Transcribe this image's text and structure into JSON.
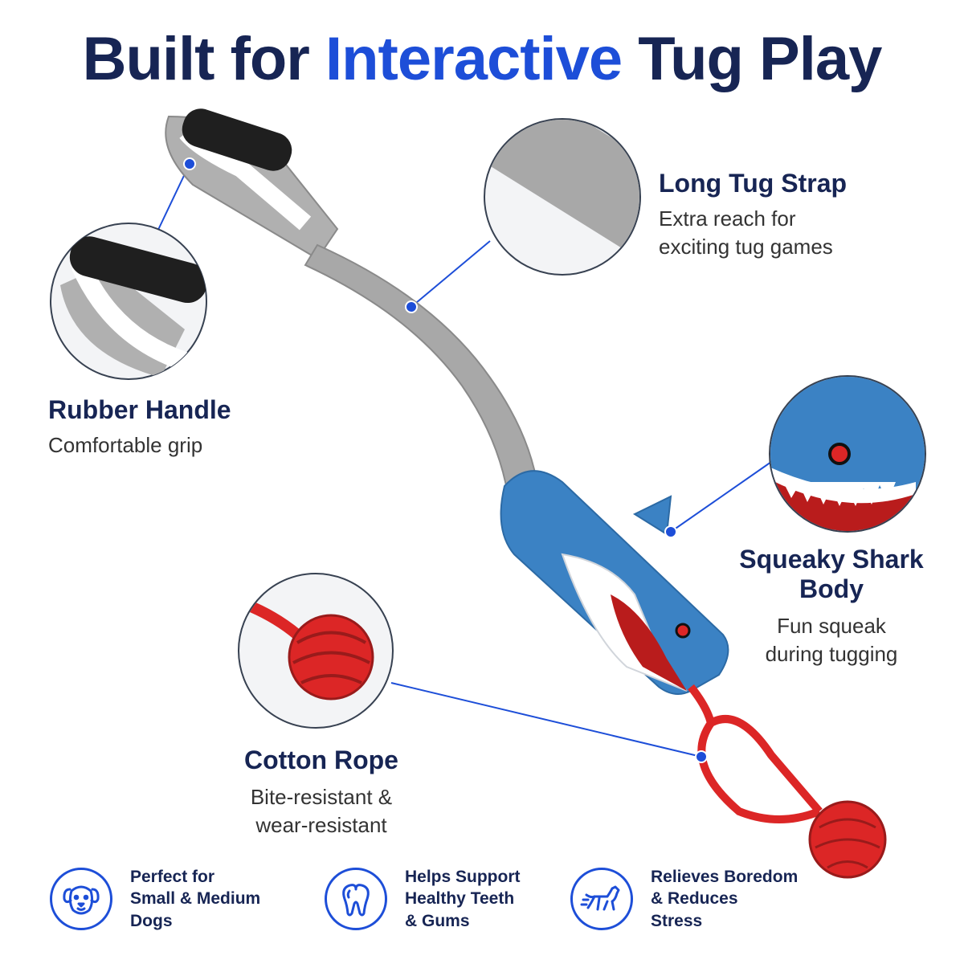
{
  "headline": {
    "part1": "Built for ",
    "accent": "Interactive",
    "part2": " Tug Play"
  },
  "features": {
    "strap": {
      "title": "Long Tug Strap",
      "desc_line1": "Extra reach for",
      "desc_line2": "exciting tug games"
    },
    "handle": {
      "title": "Rubber Handle",
      "desc_line1": "Comfortable grip"
    },
    "shark": {
      "title": "Squeaky Shark Body",
      "desc_line1": "Fun squeak",
      "desc_line2": "during tugging"
    },
    "rope": {
      "title": "Cotton Rope",
      "desc_line1": "Bite-resistant &",
      "desc_line2": "wear-resistant"
    }
  },
  "badges": {
    "dogs": {
      "icon": "dog-face-icon",
      "label": "Perfect for\nSmall & Medium\nDogs"
    },
    "teeth": {
      "icon": "tooth-icon",
      "label": "Helps Support\nHealthy Teeth\n& Gums"
    },
    "stress": {
      "icon": "running-dog-icon",
      "label": "Relieves Boredom\n& Reduces\nStress"
    }
  },
  "colors": {
    "navy": "#172554",
    "accent_blue": "#1d4ed8",
    "strap_gray": "#a3a3a3",
    "shark_blue": "#3b82c4",
    "rope_red": "#dc2626",
    "handle_black": "#1f1f1f"
  }
}
